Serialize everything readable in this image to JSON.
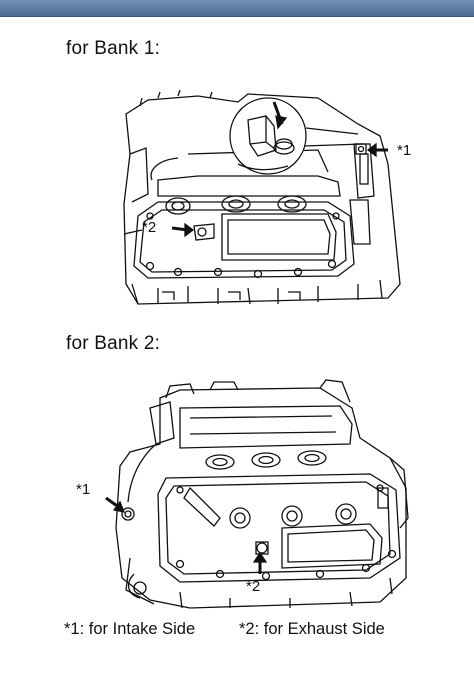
{
  "headings": {
    "bank1": "for Bank 1:",
    "bank2": "for Bank 2:"
  },
  "callouts": {
    "c1": "*1",
    "c2": "*2"
  },
  "legend": {
    "intake": "*1: for Intake Side",
    "exhaust": "*2: for Exhaust Side"
  },
  "colors": {
    "header_bar": "#5a7ba2",
    "line": "#111111"
  }
}
